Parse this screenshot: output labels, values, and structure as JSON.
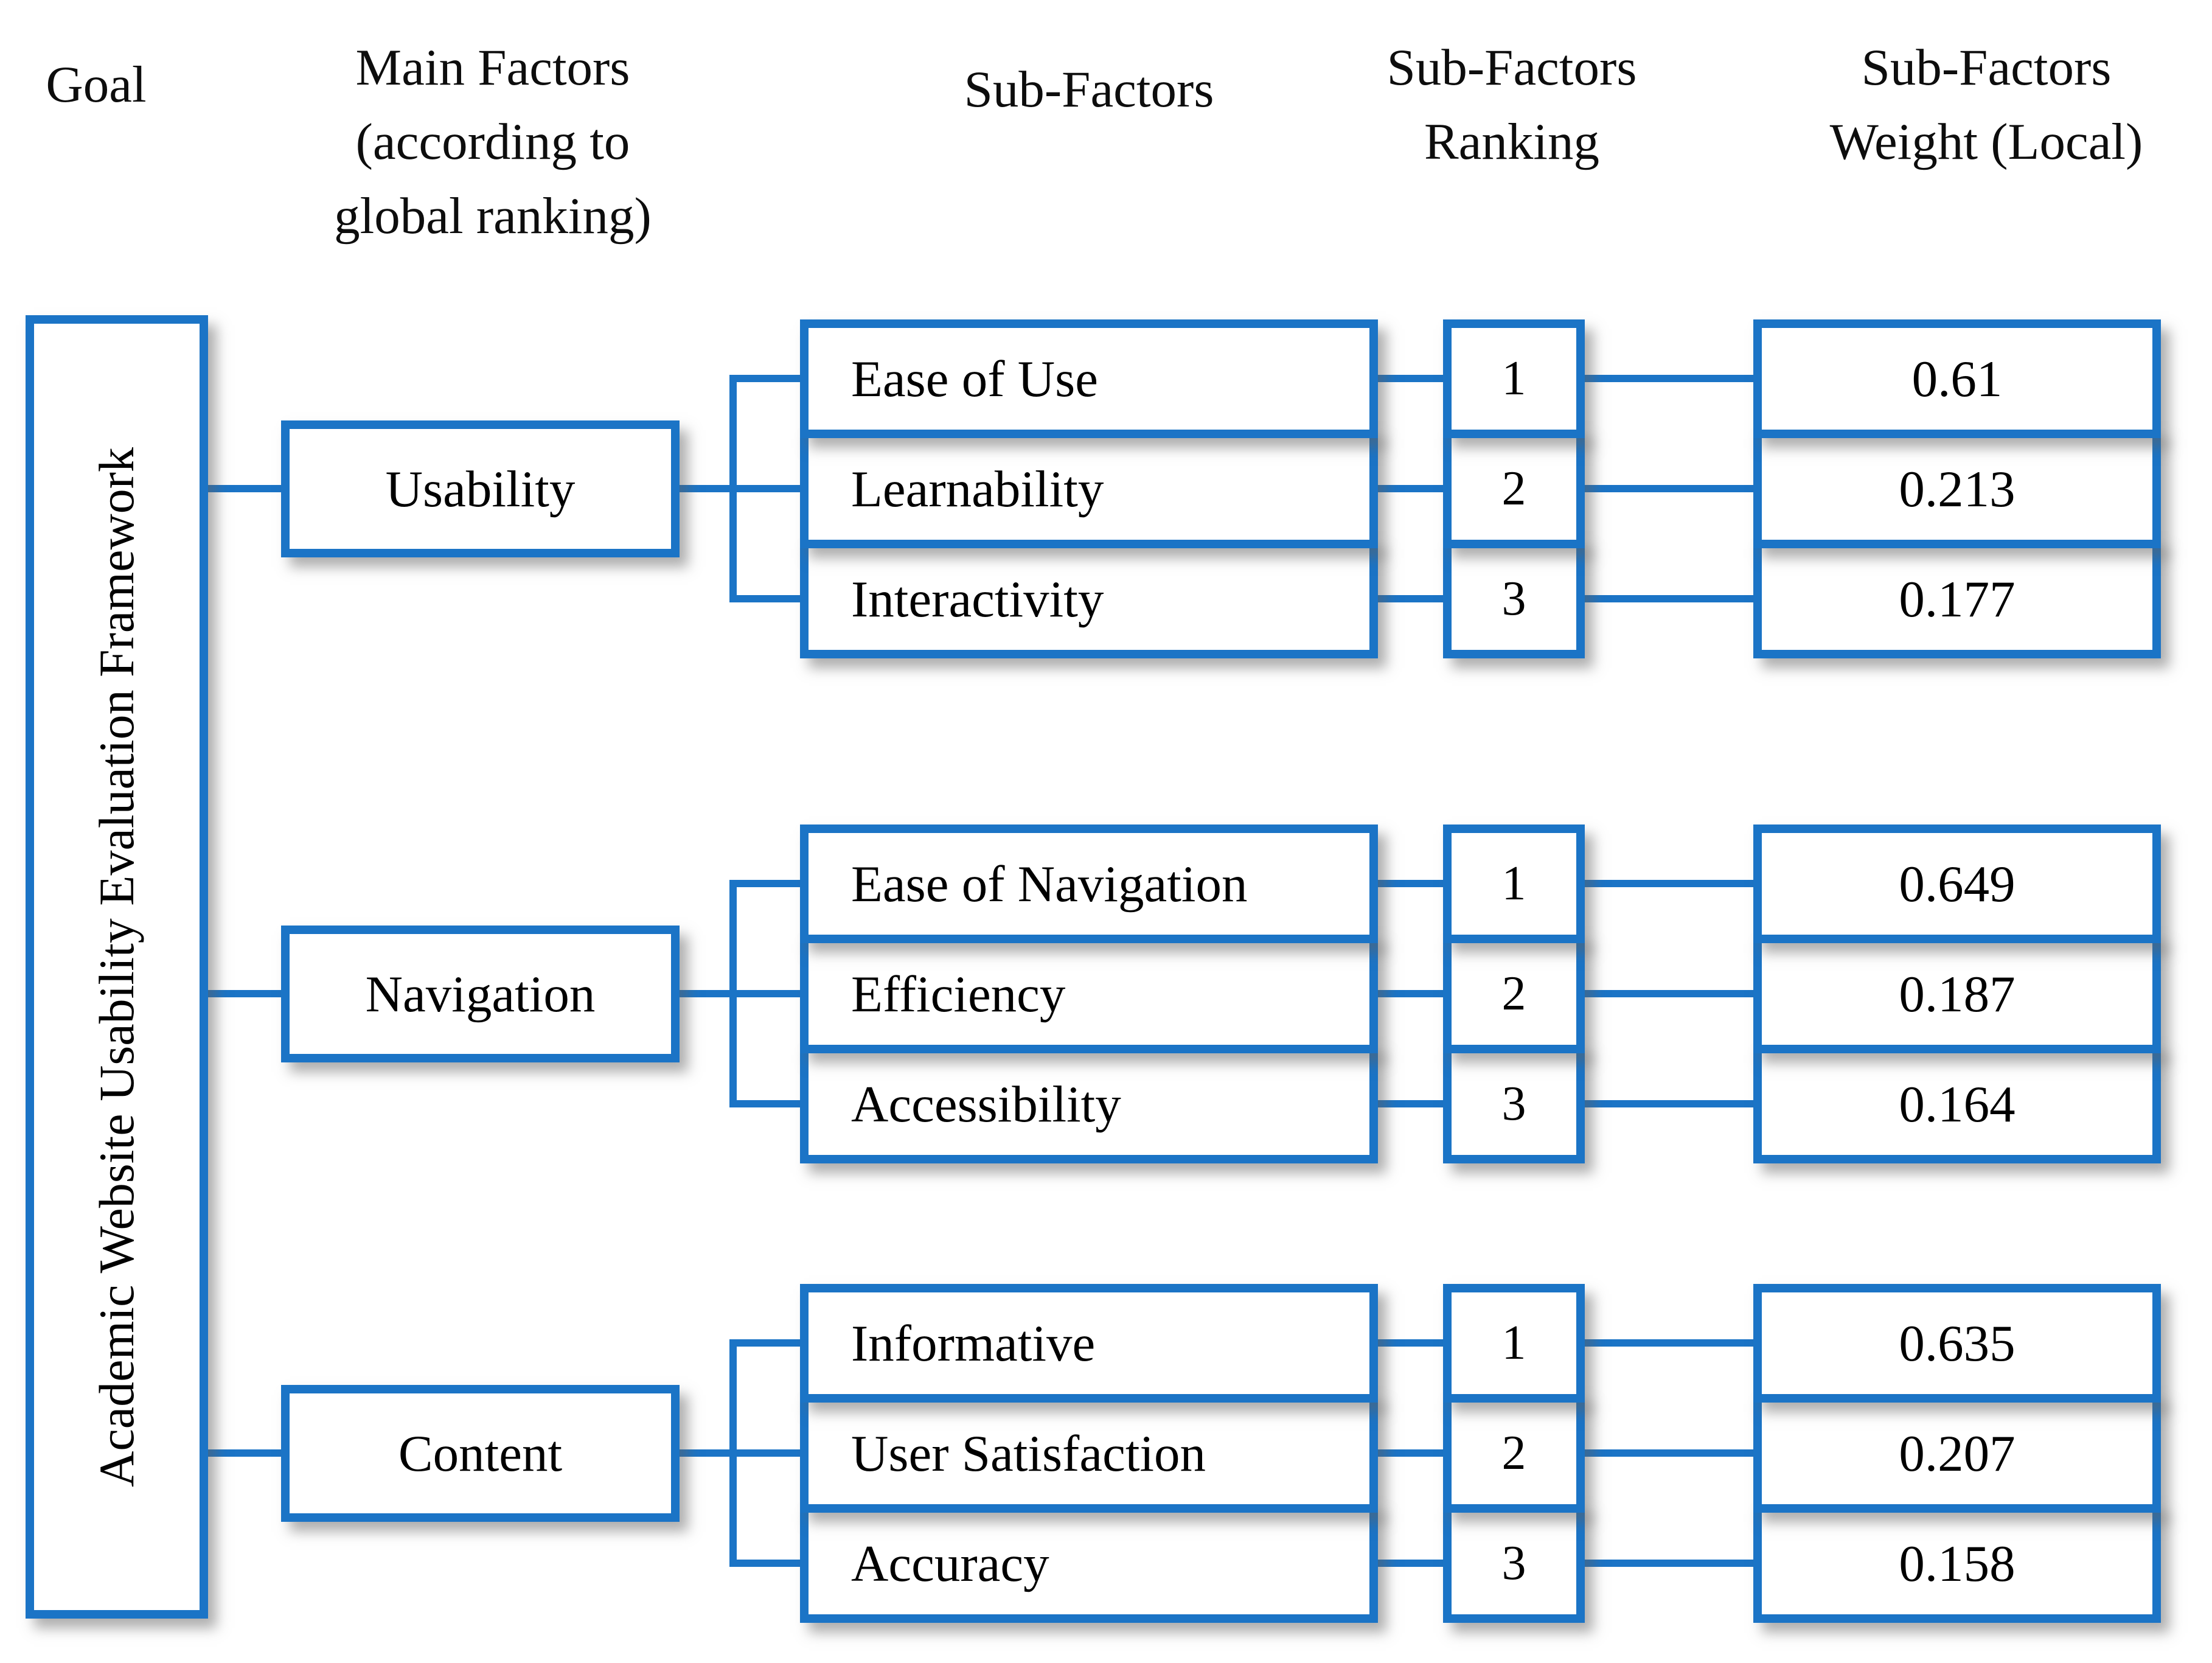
{
  "headers": {
    "goal": "Goal",
    "main_factors": "Main Factors\n(according to\nglobal ranking)",
    "sub_factors": "Sub-Factors",
    "sub_factors_ranking": "Sub-Factors\nRanking",
    "sub_factors_weight": "Sub-Factors\nWeight (Local)"
  },
  "goal": {
    "label": "Academic Website Usability Evaluation Framework"
  },
  "groups": [
    {
      "main": "Usability",
      "subs": [
        {
          "label": "Ease of Use",
          "rank": "1",
          "weight": "0.61"
        },
        {
          "label": "Learnability",
          "rank": "2",
          "weight": "0.213"
        },
        {
          "label": "Interactivity",
          "rank": "3",
          "weight": "0.177"
        }
      ]
    },
    {
      "main": "Navigation",
      "subs": [
        {
          "label": "Ease of Navigation",
          "rank": "1",
          "weight": "0.649"
        },
        {
          "label": "Efficiency",
          "rank": "2",
          "weight": "0.187"
        },
        {
          "label": "Accessibility",
          "rank": "3",
          "weight": "0.164"
        }
      ]
    },
    {
      "main": "Content",
      "subs": [
        {
          "label": "Informative",
          "rank": "1",
          "weight": "0.635"
        },
        {
          "label": "User Satisfaction",
          "rank": "2",
          "weight": "0.207"
        },
        {
          "label": "Accuracy",
          "rank": "3",
          "weight": "0.158"
        }
      ]
    }
  ],
  "colors": {
    "accent": "#1B74C6",
    "text": "#000000",
    "background": "#FFFFFF"
  }
}
